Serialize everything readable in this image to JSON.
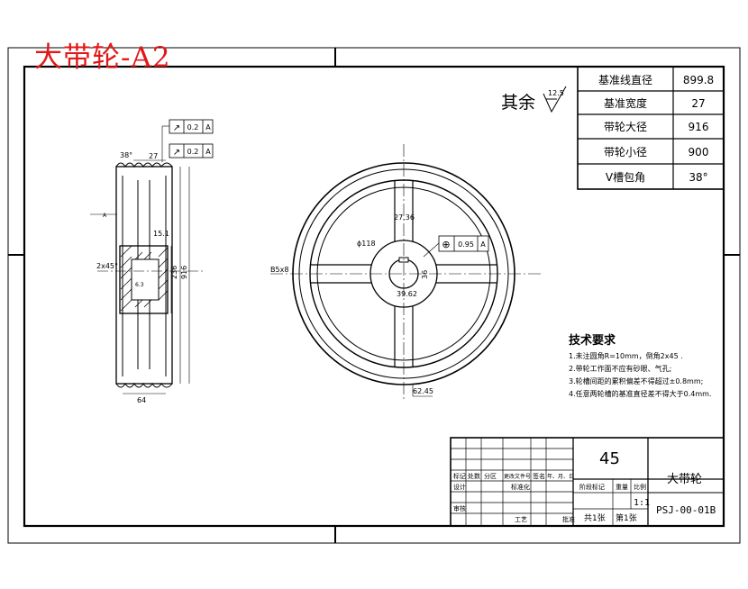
{
  "drawing_title": "大带轮-A2",
  "roughness_note": {
    "label": "其余",
    "value": "12.5"
  },
  "param_table": [
    {
      "label": "基准线直径",
      "value": "899.8"
    },
    {
      "label": "基准宽度",
      "value": "27"
    },
    {
      "label": "带轮大径",
      "value": "916"
    },
    {
      "label": "带轮小径",
      "value": "900"
    },
    {
      "label": "V槽包角",
      "value": "38°"
    }
  ],
  "section_view": {
    "tolerance_frames": [
      {
        "symbol": "↗",
        "value": "0.2",
        "datum": "A"
      },
      {
        "symbol": "↗",
        "value": "0.2",
        "datum": "A"
      }
    ],
    "dims": {
      "groove_angle": "38°",
      "groove_width": "27",
      "hub_step": "15.1",
      "chamfer": "2x45°",
      "hub_dia": "236",
      "outer_dia": "916",
      "hub_length": "64",
      "datum_mark": "A",
      "roughness_mark": "6.3"
    }
  },
  "front_view": {
    "dims": {
      "rib_width": "27.36",
      "hub_circle_dia": "ϕ118",
      "keyway": "B5x8",
      "bore_gap": "39.62",
      "rim_width": "62.45",
      "key_height": "36"
    },
    "position_tolerance": {
      "symbol": "⊕",
      "value": "0.95",
      "datum": "A"
    }
  },
  "tech_requirements": {
    "heading": "技术要求",
    "items": [
      "1.未注圆角R=10mm，倒角2x45 .",
      "2.带轮工作面不应有砂眼、气孔;",
      "3.轮槽间距的累积偏差不得超过±0.8mm;",
      "4.任意两轮槽的基准直径差不得大于0.4mm."
    ]
  },
  "title_block": {
    "material": "45",
    "part_name": "大带轮",
    "drawing_number": "PSJ-00-01B",
    "scale": "1:1",
    "sheet_total": "共1张",
    "sheet_index": "第1张",
    "header_labels": [
      "标记",
      "处数",
      "分区",
      "更改文件号",
      "签名",
      "年、月、日"
    ],
    "stage_labels": [
      "阶段标记",
      "重量",
      "比例"
    ],
    "row_labels": [
      "设计",
      "标准化",
      "审核",
      "工艺",
      "批准"
    ]
  }
}
